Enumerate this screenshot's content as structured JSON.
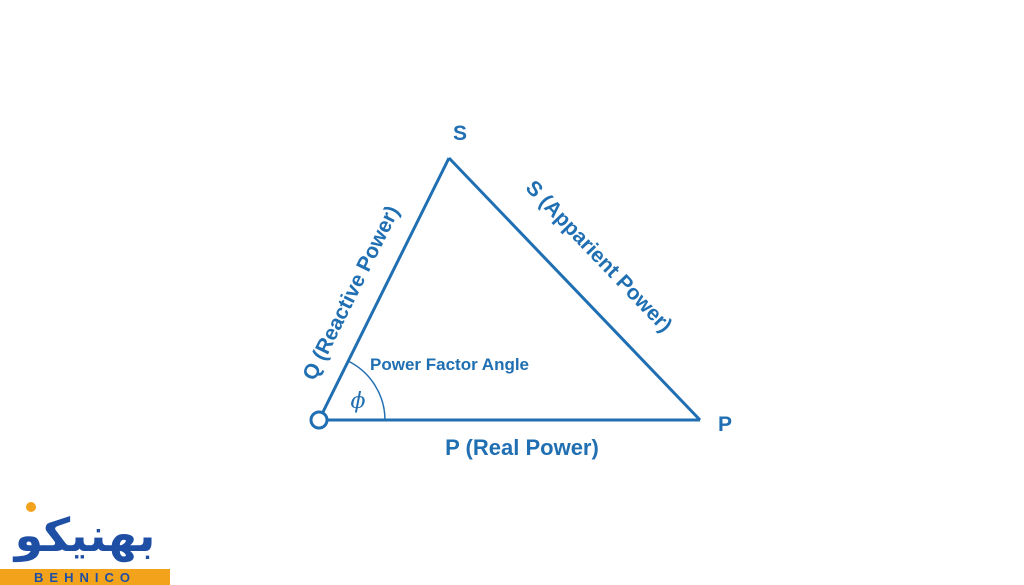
{
  "diagram": {
    "vertex_top_label": "S",
    "vertex_right_label": "P",
    "side_left_label": "Q (Reactive Power)",
    "side_right_label": "S (Apparient Power)",
    "side_bottom_label": "P (Real Power)",
    "angle_caption": "Power Factor Angle",
    "angle_symbol": "ϕ",
    "line_color": "#1f6fb2"
  },
  "logo": {
    "brand_fa": "بهنیکو",
    "brand_en": "BEHNICO",
    "primary_color": "#1f4fa5",
    "accent_color": "#f2a31b"
  }
}
